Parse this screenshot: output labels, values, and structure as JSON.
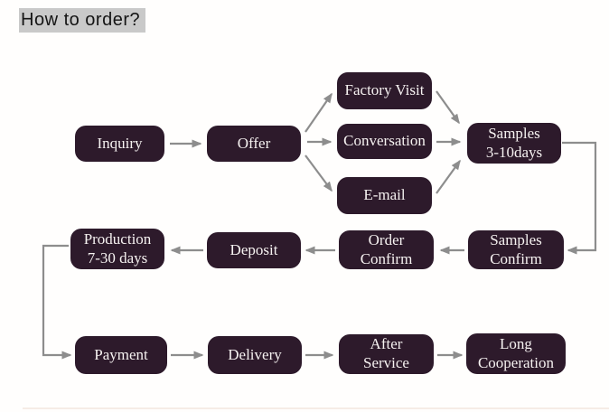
{
  "title": "How to order?",
  "colors": {
    "box_fill": "#2d1a2b",
    "box_text": "#f6f2f1",
    "arrow": "#8d8d8d",
    "title_bg": "#c9c9c9",
    "title_text": "#141414",
    "canvas_bg": "#fffefd",
    "bottom_line": "#f6ece6"
  },
  "flow": {
    "nodes": {
      "inquiry": "Inquiry",
      "offer": "Offer",
      "factory_visit": "Factory Visit",
      "conversation": "Conversation",
      "email": "E-mail",
      "samples": "Samples\n3-10days",
      "samples_confirm": "Samples\nConfirm",
      "order_confirm": "Order\nConfirm",
      "deposit": "Deposit",
      "production": "Production\n7-30 days",
      "payment": "Payment",
      "delivery": "Delivery",
      "after_service": "After\nService",
      "long_cooperation": "Long\nCooperation"
    },
    "edges": [
      {
        "from": "inquiry",
        "to": "offer"
      },
      {
        "from": "offer",
        "to": "factory_visit"
      },
      {
        "from": "offer",
        "to": "conversation"
      },
      {
        "from": "offer",
        "to": "email"
      },
      {
        "from": "factory_visit",
        "to": "samples"
      },
      {
        "from": "conversation",
        "to": "samples"
      },
      {
        "from": "email",
        "to": "samples"
      },
      {
        "from": "samples",
        "to": "samples_confirm"
      },
      {
        "from": "samples_confirm",
        "to": "order_confirm"
      },
      {
        "from": "order_confirm",
        "to": "deposit"
      },
      {
        "from": "deposit",
        "to": "production"
      },
      {
        "from": "production",
        "to": "payment"
      },
      {
        "from": "payment",
        "to": "delivery"
      },
      {
        "from": "delivery",
        "to": "after_service"
      },
      {
        "from": "after_service",
        "to": "long_cooperation"
      }
    ]
  }
}
